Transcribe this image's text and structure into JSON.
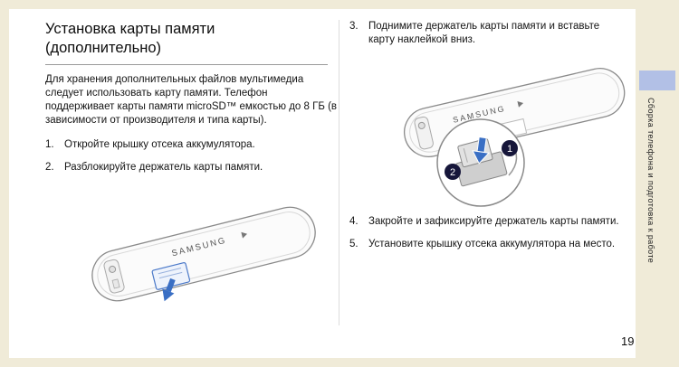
{
  "title": {
    "line1": "Установка карты памяти",
    "line2": "(дополнительно)"
  },
  "intro": "Для хранения дополнительных файлов мультимедиа следует использовать карту памяти. Телефон поддерживает карты памяти microSD™ емкостью до 8 ГБ (в зависимости от производителя и типа карты).",
  "steps_left": [
    {
      "num": "1.",
      "text": "Откройте крышку отсека аккумулятора."
    },
    {
      "num": "2.",
      "text": "Разблокируйте держатель карты памяти."
    }
  ],
  "steps_right": [
    {
      "num": "3.",
      "text": "Поднимите держатель карты памяти и вставьте карту наклейкой вниз."
    },
    {
      "num": "4.",
      "text": "Закройте и зафиксируйте держатель карты памяти."
    },
    {
      "num": "5.",
      "text": "Установите крышку отсека аккумулятора на место."
    }
  ],
  "illustration": {
    "brand": "SAMSUNG",
    "badge1": "1",
    "badge2": "2"
  },
  "sidebar": {
    "label": "Сборка телефона и подготовка к работе"
  },
  "page": {
    "number": "19"
  },
  "colors": {
    "background": "#f0ebd8",
    "content": "#ffffff",
    "tab_blue": "#b2c0e6",
    "arrow_blue": "#3a6fc4"
  }
}
